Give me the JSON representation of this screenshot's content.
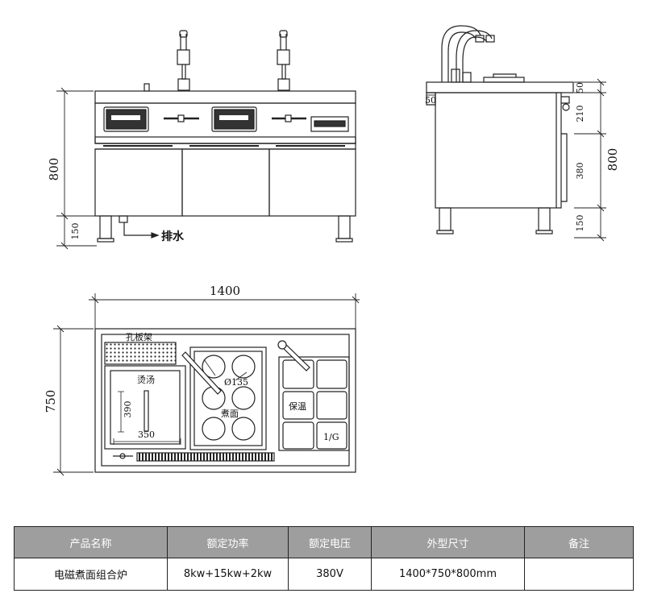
{
  "front_view": {
    "height_label": "800",
    "leg_height_label": "150",
    "drain_label": "排水"
  },
  "side_view": {
    "height_label": "800",
    "segments": [
      "50",
      "210",
      "380",
      "150"
    ],
    "lip_label": "50"
  },
  "top_view": {
    "width_label": "1400",
    "depth_label": "750",
    "perforated_rack_label": "孔板架",
    "blanch_label": "烫汤",
    "tank_depth_label": "390",
    "tank_width_label": "350",
    "noodle_label": "煮面",
    "basket_dia_label": "Ø135",
    "warm_label": "保温",
    "pan_size_label": "1/G"
  },
  "spec_table": {
    "headers": [
      "产品名称",
      "额定功率",
      "额定电压",
      "外型尺寸",
      "备注"
    ],
    "row": [
      "电磁煮面组合炉",
      "8kw+15kw+2kw",
      "380V",
      "1400*750*800mm",
      ""
    ],
    "header_bg": "#9e9e9e"
  }
}
